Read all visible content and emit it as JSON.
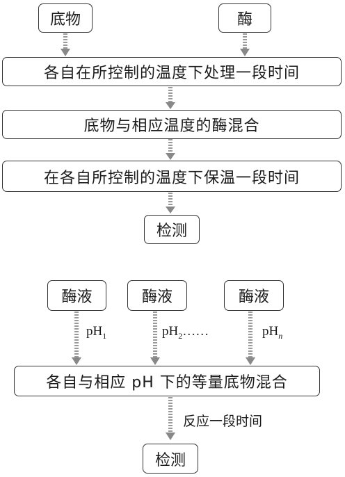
{
  "part1": {
    "substrate": "底物",
    "enzyme": "酶",
    "step1": "各自在所控制的温度下处理一段时间",
    "step2": "底物与相应温度的酶混合",
    "step3": "在各自所控制的温度下保温一段时间",
    "detect": "检测"
  },
  "part2": {
    "enzyme_solution_1": "酶液",
    "enzyme_solution_2": "酶液",
    "enzyme_solution_3": "酶液",
    "ph1": {
      "base": "pH",
      "sub": "1"
    },
    "ph2": {
      "base": "pH",
      "sub": "2",
      "suffix": "……"
    },
    "phn": {
      "base": "pH",
      "sub": "n"
    },
    "mix": "各自与相应 pH 下的等量底物混合",
    "react": "反应一段时间",
    "detect": "检测"
  }
}
